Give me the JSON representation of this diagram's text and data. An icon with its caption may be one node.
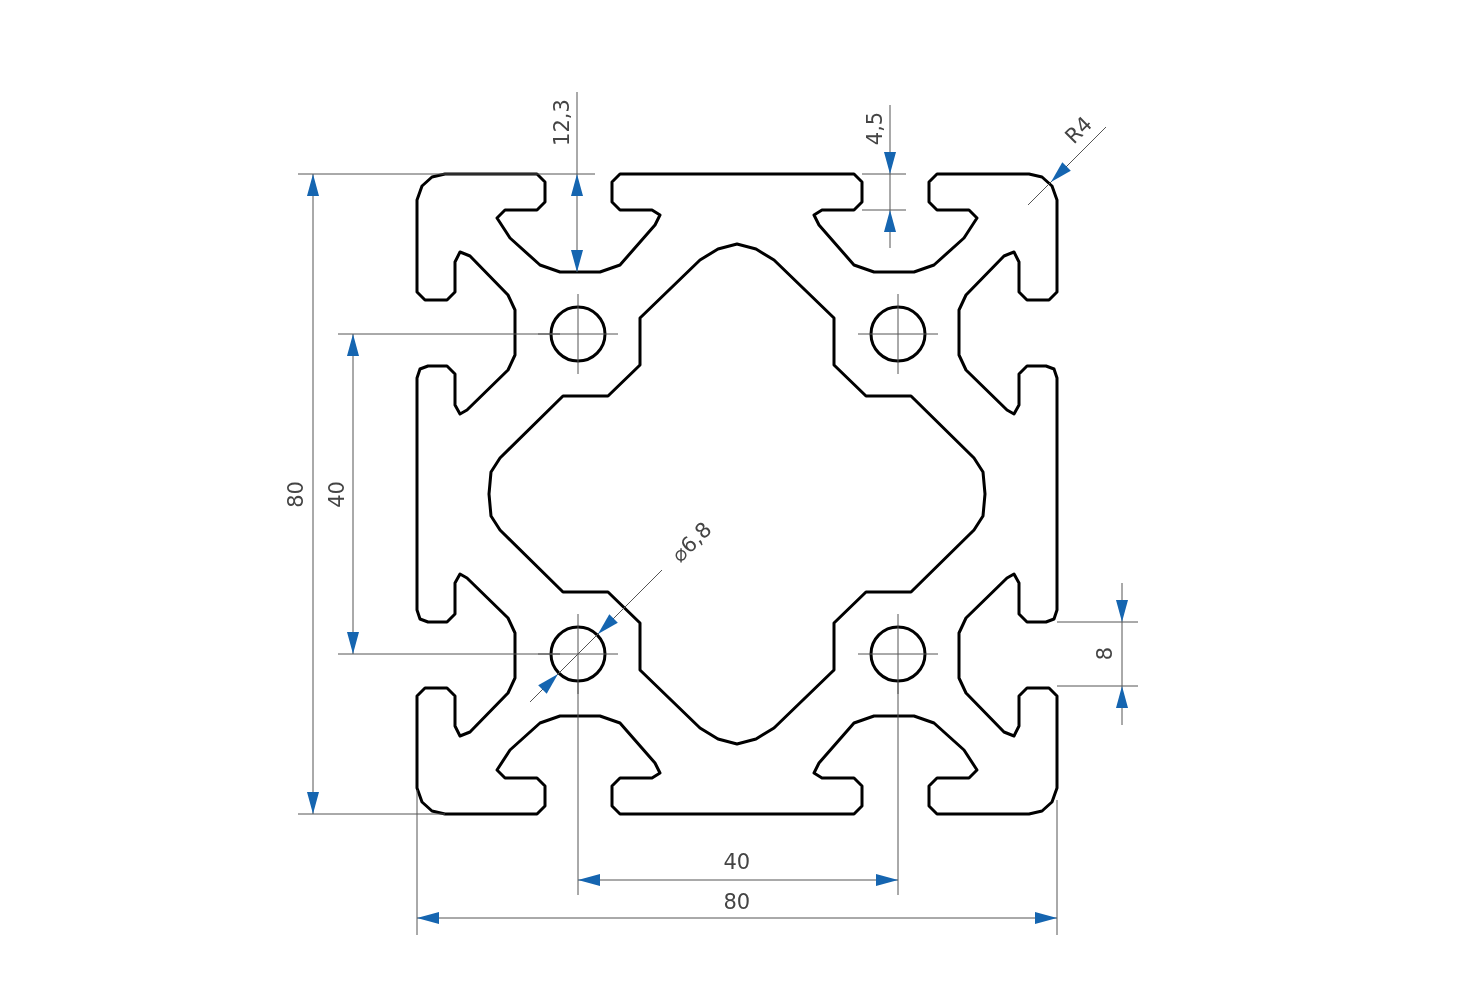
{
  "diagram": {
    "labels": [
      "12,3",
      "4,5",
      "R4",
      "80",
      "40",
      "⌀6,8",
      "8",
      "40",
      "80"
    ]
  }
}
